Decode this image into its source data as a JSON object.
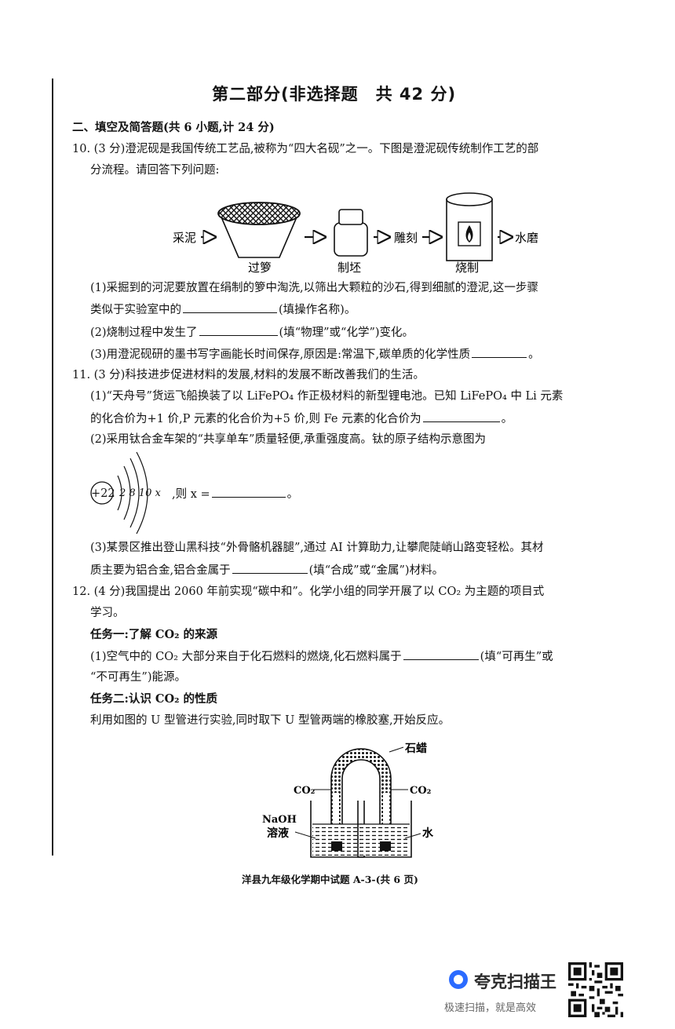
{
  "heading": "第二部分(非选择题　共 42 分)",
  "section2": "二、填空及简答题(共 6 小题,计 24 分)",
  "q10": {
    "stem_l1": "10. (3 分)澄泥砚是我国传统工艺品,被称为“四大名砚”之一。下图是澄泥砚传统制作工艺的部",
    "stem_l2": "分流程。请回答下列问题:",
    "flow": {
      "start": "采泥",
      "step1": "过箩",
      "step2": "制坯",
      "step3": "雕刻",
      "step4": "烧制",
      "end": "水磨"
    },
    "p1_l1": "(1)采掘到的河泥要放置在绢制的箩中淘洗,以筛出大颗粒的沙石,得到细腻的澄泥,这一步骤",
    "p1_l2a": "类似于实验室中的",
    "p1_l2b": "(填操作名称)。",
    "p2a": "(2)烧制过程中发生了",
    "p2b": "(填“物理”或“化学”)变化。",
    "p3a": "(3)用澄泥砚研的墨书写字画能长时间保存,原因是:常温下,碳单质的化学性质",
    "p3b": "。"
  },
  "q11": {
    "stem": "11. (3 分)科技进步促进材料的发展,材料的发展不断改善我们的生活。",
    "p1_l1": "(1)“天舟号”货运飞船换装了以 LiFePO₄ 作正极材料的新型锂电池。已知 LiFePO₄ 中 Li 元素",
    "p1_l2a": "的化合价为+1 价,P 元素的化合价为+5 价,则 Fe 元素的化合价为",
    "p1_l2b": "。",
    "p2": "(2)采用钛合金车架的“共享单车”质量轻便,承重强度高。钛的原子结构示意图为",
    "atom": {
      "nucleus": "+22",
      "shells": "2 8 10 x",
      "after": ",则 x ="
    },
    "p2_end": "。",
    "p3_l1": "(3)某景区推出登山黑科技“外骨骼机器腿”,通过 AI 计算助力,让攀爬陡峭山路变轻松。其材",
    "p3_l2a": "质主要为铝合金,铝合金属于",
    "p3_l2b": "(填“合成”或“金属”)材料。"
  },
  "q12": {
    "stem_l1": "12. (4 分)我国提出 2060 年前实现“碳中和”。化学小组的同学开展了以 CO₂ 为主题的项目式",
    "stem_l2": "学习。",
    "task1": "任务一:了解 CO₂ 的来源",
    "p1_l1a": "(1)空气中的 CO₂ 大部分来自于化石燃料的燃烧,化石燃料属于",
    "p1_l1b": "(填“可再生”或",
    "p1_l2": "“不可再生”)能源。",
    "task2": "任务二:认识 CO₂ 的性质",
    "p2": "利用如图的 U 型管进行实验,同时取下 U 型管两端的橡胶塞,开始反应。",
    "diagram": {
      "paraffin": "石蜡",
      "co2_left": "CO₂",
      "co2_right": "CO₂",
      "naoh": "NaOH",
      "solution": "溶液",
      "water": "水"
    }
  },
  "footer": "洋县九年级化学期中试题 A-3-(共 6 页)",
  "watermark": {
    "brand": "夸克扫描王",
    "slogan": "极速扫描，就是高效"
  }
}
